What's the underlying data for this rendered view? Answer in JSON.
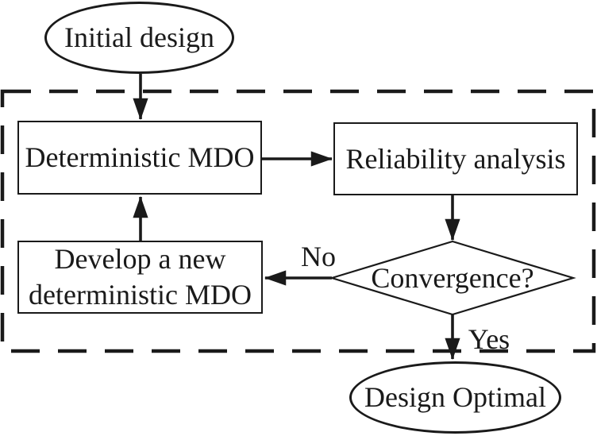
{
  "figure": {
    "type": "flowchart",
    "background": "#ffffff",
    "stroke_color": "#1a1a1a",
    "nodes": {
      "initial_design": {
        "label": "Initial design",
        "shape": "ellipse"
      },
      "deterministic_mdo": {
        "label": "Deterministic MDO",
        "shape": "rectangle"
      },
      "reliability_analysis": {
        "label": "Reliability analysis",
        "shape": "rectangle"
      },
      "develop_new_mdo": {
        "label": "Develop a new deterministic MDO",
        "shape": "rectangle"
      },
      "convergence": {
        "label": "Convergence?",
        "shape": "diamond"
      },
      "design_optimal": {
        "label": "Design Optimal",
        "shape": "ellipse"
      }
    },
    "edge_labels": {
      "no": "No",
      "yes": "Yes"
    },
    "edges": [
      {
        "from": "initial_design",
        "to": "deterministic_mdo",
        "label": ""
      },
      {
        "from": "deterministic_mdo",
        "to": "reliability_analysis",
        "label": ""
      },
      {
        "from": "reliability_analysis",
        "to": "convergence",
        "label": ""
      },
      {
        "from": "convergence",
        "to": "develop_new_mdo",
        "label": "No"
      },
      {
        "from": "develop_new_mdo",
        "to": "deterministic_mdo",
        "label": ""
      },
      {
        "from": "convergence",
        "to": "design_optimal",
        "label": "Yes"
      }
    ],
    "boundary": {
      "style": "dashed",
      "meaning": "iteration loop region"
    }
  }
}
